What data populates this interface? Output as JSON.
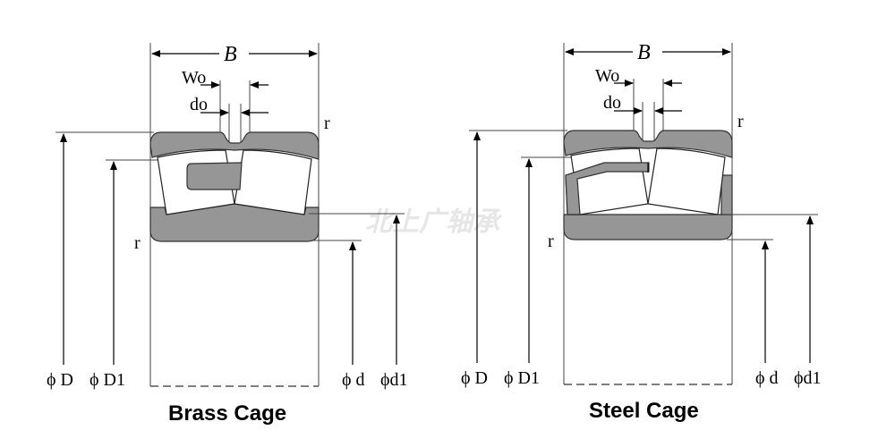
{
  "watermark": "北上广轴承",
  "diagrams": [
    {
      "caption": "Brass Cage",
      "labels": {
        "B": "B",
        "Wo": "Wo",
        "do": "do",
        "r_top": "r",
        "r_bottom": "r",
        "phiD": "ϕ D",
        "phiD1": "ϕ D1",
        "phid": "ϕ d",
        "phid1": "ϕd1"
      }
    },
    {
      "caption": "Steel Cage",
      "labels": {
        "B": "B",
        "Wo": "Wo",
        "do": "do",
        "r_top": "r",
        "r_bottom": "r",
        "phiD": "ϕ D",
        "phiD1": "ϕ D1",
        "phid": "ϕ d",
        "phid1": "ϕd1"
      }
    }
  ]
}
